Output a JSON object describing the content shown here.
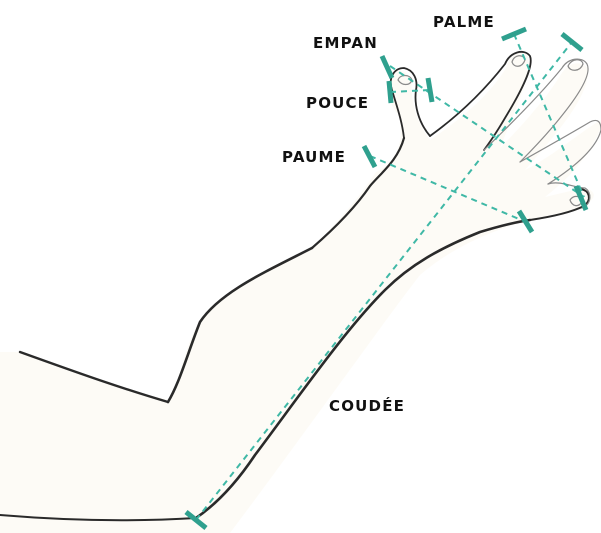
{
  "labels": {
    "palme": "PALME",
    "empan": "EMPAN",
    "pouce": "POUCE",
    "paume": "PAUME",
    "coudee": "COUDÉE"
  },
  "colors": {
    "measure_line": "#3fb8a6",
    "measure_tick": "#2fa08e",
    "outline": "#2a2a2a",
    "skin_fill": "#fdfbf6"
  }
}
